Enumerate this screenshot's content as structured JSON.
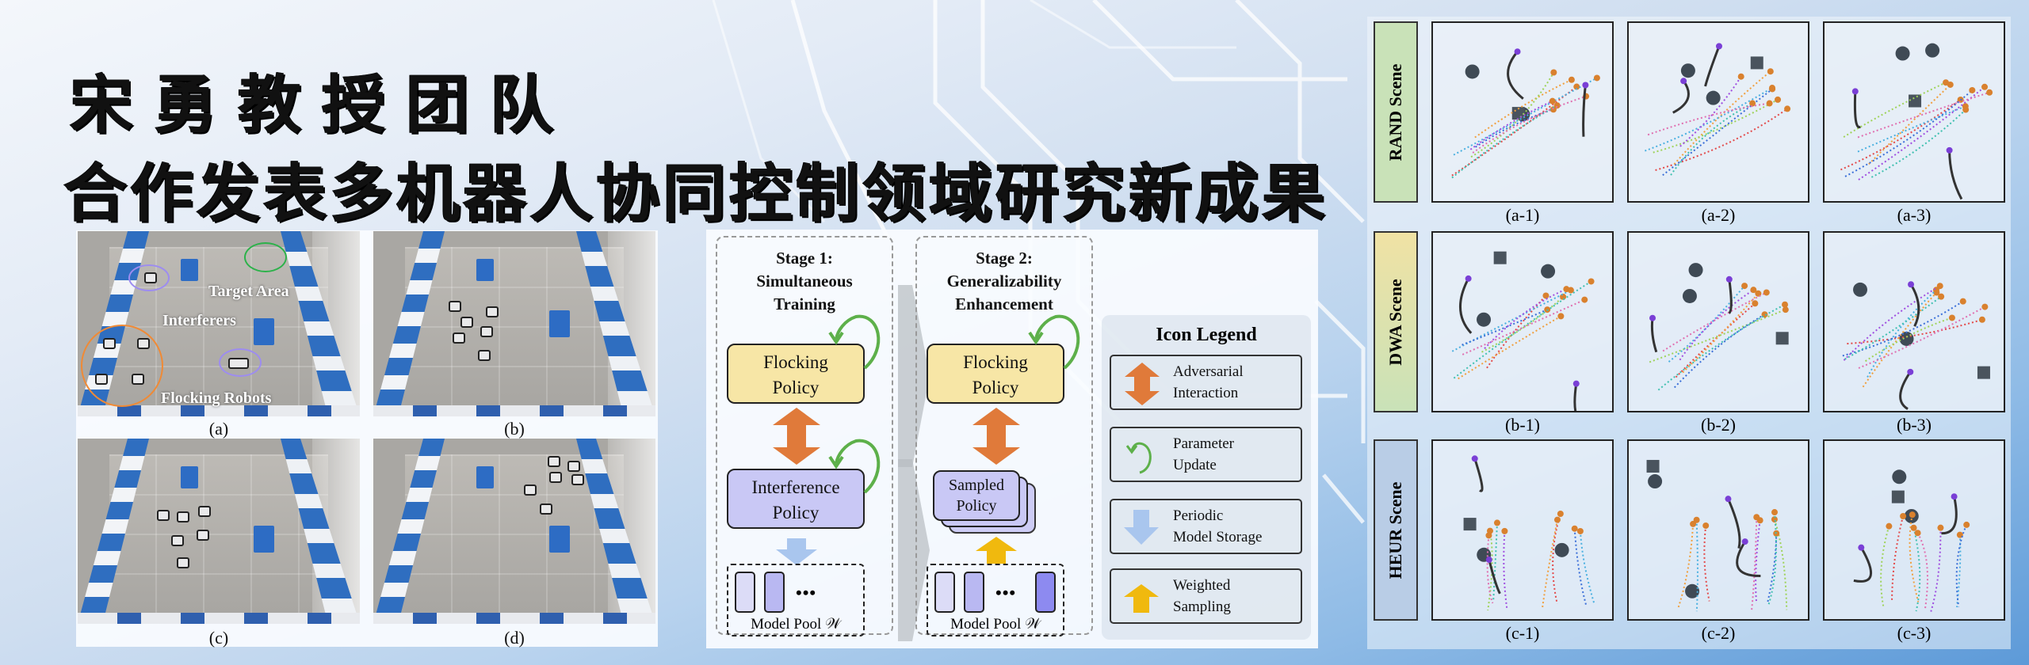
{
  "title": {
    "line1": "宋勇教授团队",
    "line2": "合作发表多机器人协同控制领域研究新成果"
  },
  "photos": {
    "panels": [
      {
        "label": "(a)"
      },
      {
        "label": "(b)"
      },
      {
        "label": "(c)"
      },
      {
        "label": "(d)"
      }
    ],
    "annotations": {
      "target": "Target Area",
      "interferers": "Interferers",
      "flocking": "Flocking Robots"
    }
  },
  "diagram": {
    "stage1": {
      "title": [
        "Stage 1:",
        "Simultaneous",
        "Training"
      ],
      "flocking": [
        "Flocking",
        "Policy"
      ],
      "interference": [
        "Interference",
        "Policy"
      ],
      "pool": "Model Pool 𝒲",
      "dots": "•••"
    },
    "stage2": {
      "title": [
        "Stage 2:",
        "Generalizability",
        "Enhancement"
      ],
      "flocking": [
        "Flocking",
        "Policy"
      ],
      "sampled": [
        "Sampled",
        "Policy"
      ],
      "pool": "Model Pool 𝒲",
      "dots": "•••"
    },
    "legend": {
      "title": "Icon Legend",
      "items": [
        {
          "icon": "orange-double-arrow",
          "label": [
            "Adversarial",
            "Interaction"
          ]
        },
        {
          "icon": "green-cycle-arrow",
          "label": [
            "Parameter",
            "Update"
          ]
        },
        {
          "icon": "blue-down-arrow",
          "label": [
            "Periodic",
            "Model Storage"
          ]
        },
        {
          "icon": "yellow-up-arrow",
          "label": [
            "Weighted",
            "Sampling"
          ]
        }
      ]
    },
    "colors": {
      "flocking": "#f7e6a6",
      "interference": "#c9c8f5",
      "adversarial": "#e07a3a",
      "update": "#5db04a",
      "storage": "#a9c6ee",
      "sampling": "#f0b90e"
    }
  },
  "results": {
    "scenes": [
      {
        "label": "RAND Scene",
        "color": "#c9e2b8"
      },
      {
        "label": "DWA Scene",
        "color": "#e8e4a8"
      },
      {
        "label": "HEUR Scene",
        "color": "#b9cde6"
      }
    ],
    "cells": [
      [
        "(a-1)",
        "(a-2)",
        "(a-3)"
      ],
      [
        "(b-1)",
        "(b-2)",
        "(b-3)"
      ],
      [
        "(c-1)",
        "(c-2)",
        "(c-3)"
      ]
    ]
  }
}
